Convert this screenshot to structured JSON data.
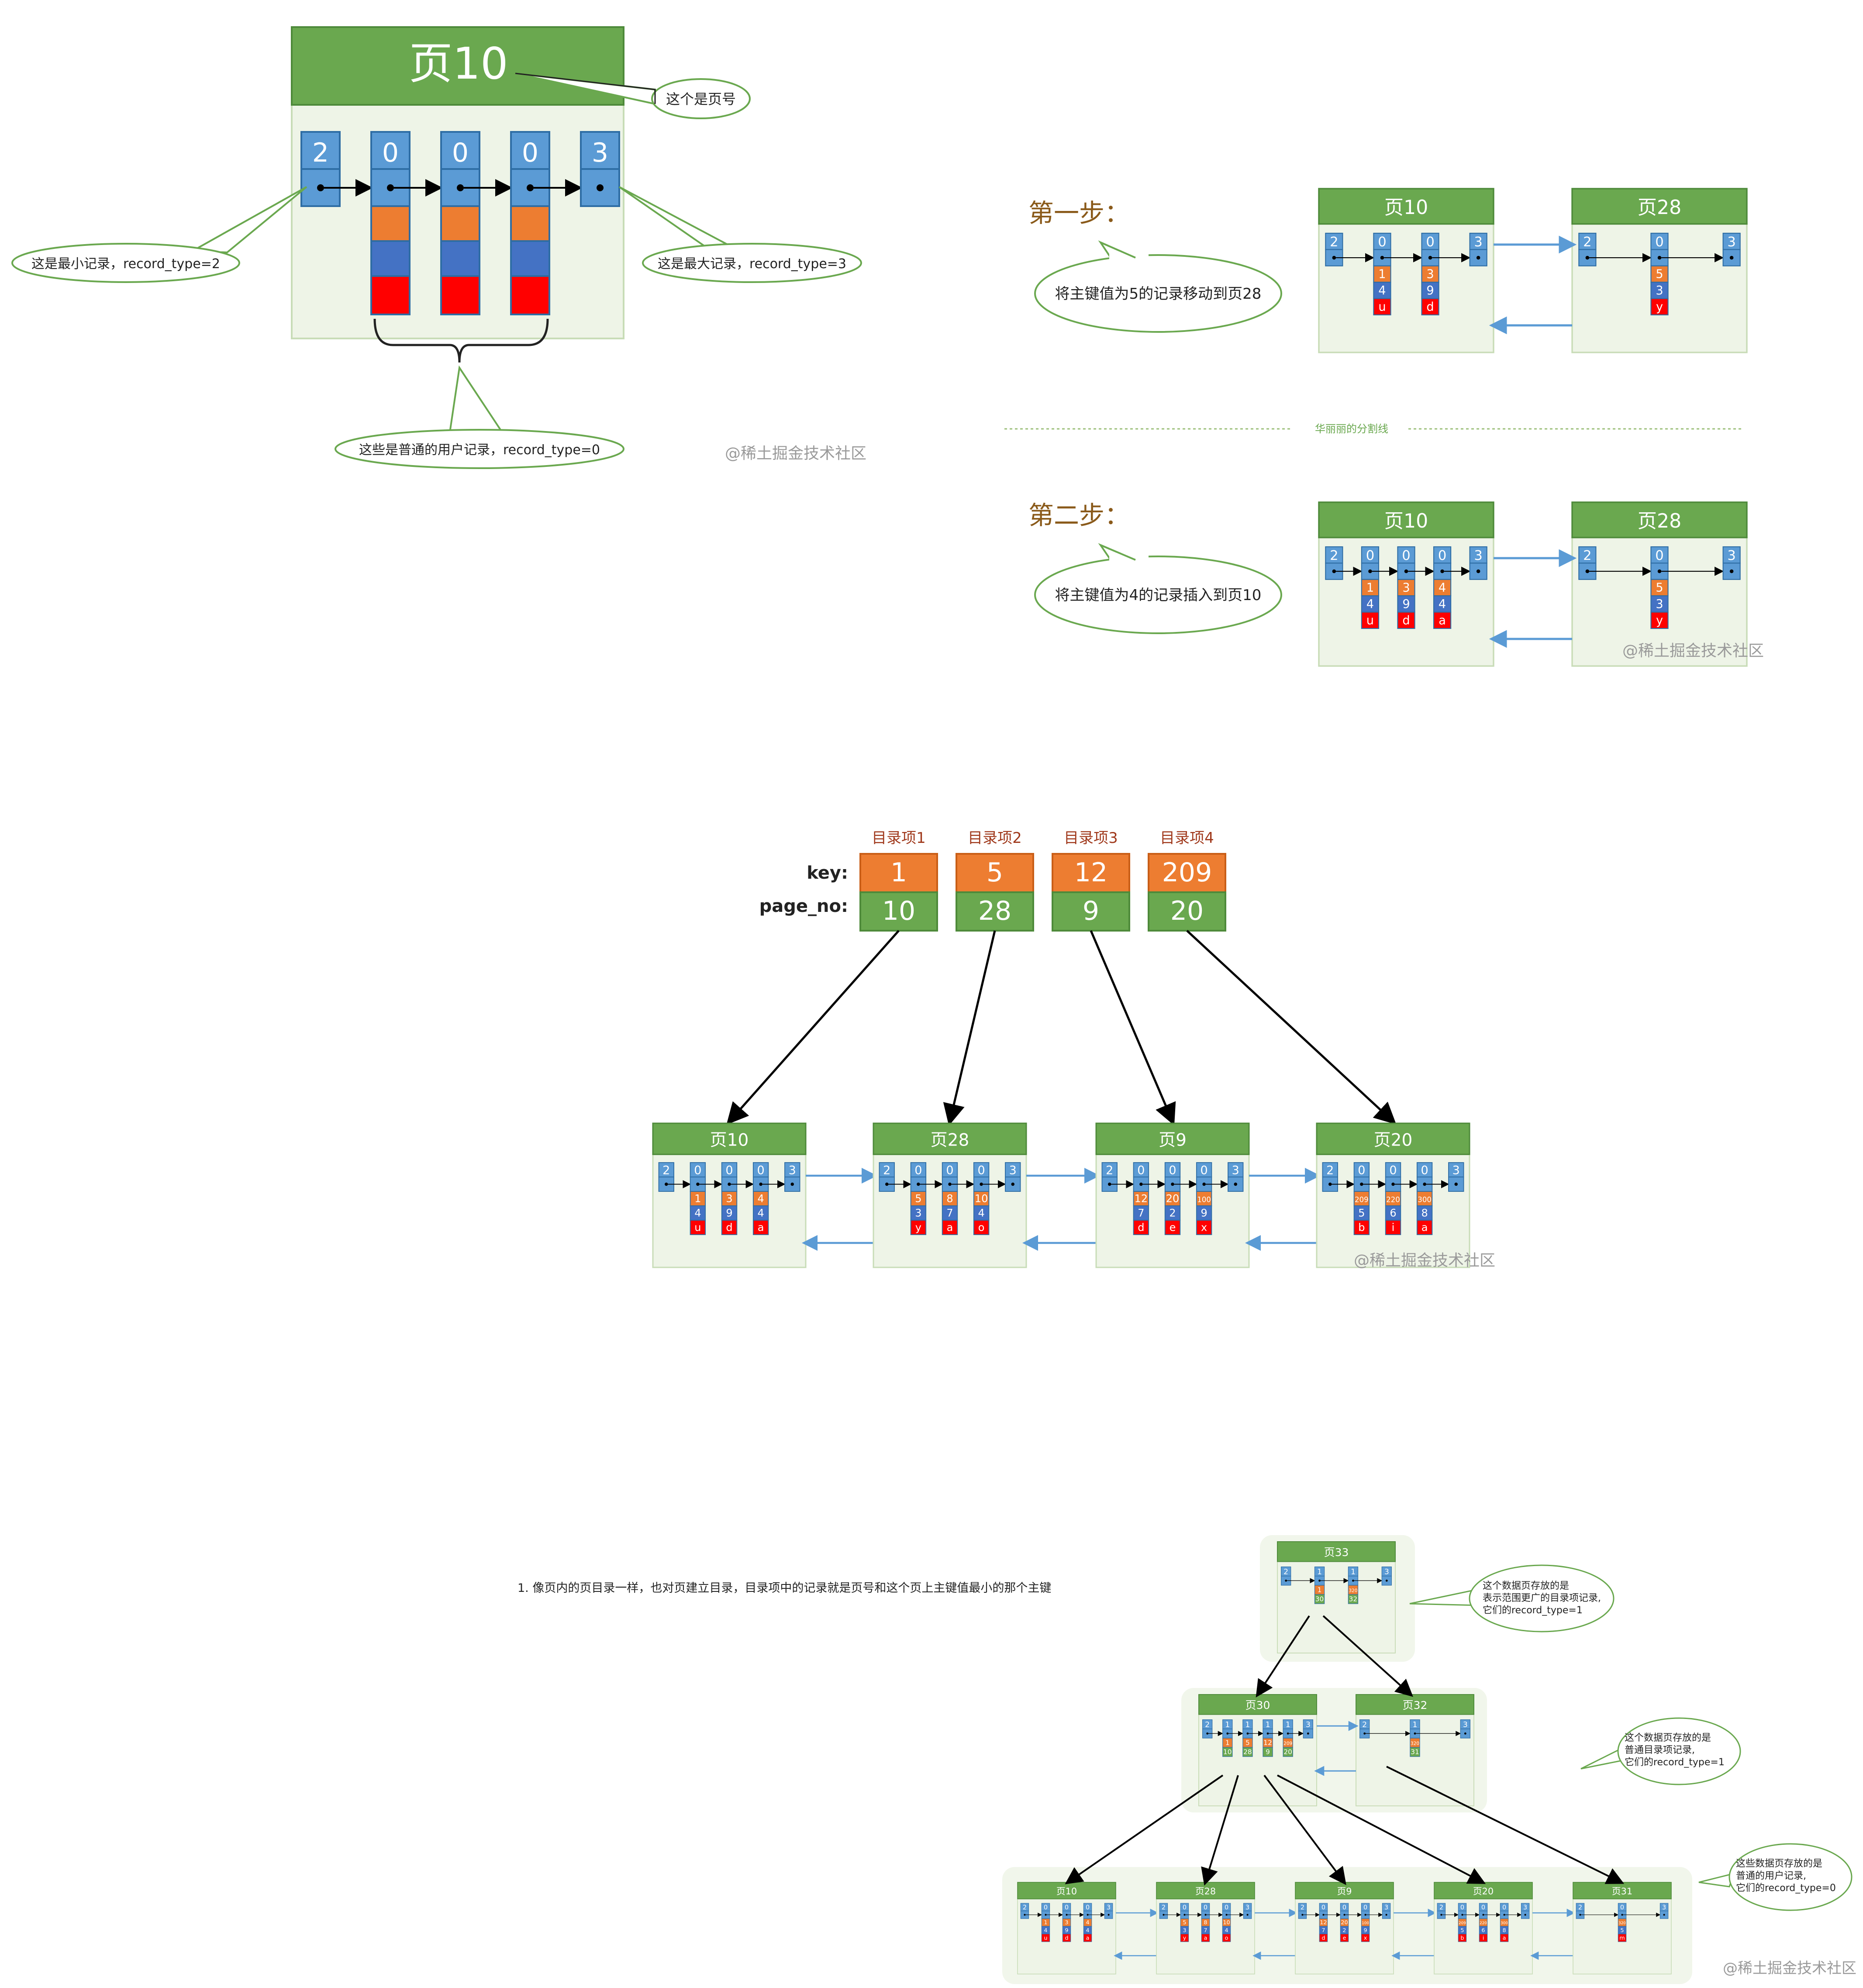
{
  "colors": {
    "green_header": "#6aa84f",
    "green_body": "#eef4e7",
    "blue": "#5b9bd5",
    "orange": "#ed7d31",
    "red": "#ff0000",
    "arrow": "#5b9bd5",
    "callout_border": "#6aa84f"
  },
  "page_structure": {
    "title": "页10",
    "cells": [
      "2",
      "0",
      "0",
      "0",
      "3"
    ],
    "callout_page_no": "这个是页号",
    "callout_min": "这是最小记录，record_type=2",
    "callout_max": "这是最大记录，record_type=3",
    "callout_user": "这些是普通的用户记录，record_type=0",
    "watermark": "@稀土掘金技术社区"
  },
  "steps": {
    "step1_label": "第一步：",
    "step1_callout": "将主键值为5的记录移动到页28",
    "divider": "华丽丽的分割线",
    "step2_label": "第二步：",
    "step2_callout": "将主键值为4的记录插入到页10",
    "watermark": "@稀土掘金技术社区",
    "step1_pages": [
      {
        "title": "页10",
        "cols": [
          [
            "2"
          ],
          [
            "0",
            "1",
            "4",
            "u"
          ],
          [
            "0",
            "3",
            "9",
            "d"
          ],
          [
            "3"
          ]
        ]
      },
      {
        "title": "页28",
        "cols": [
          [
            "2"
          ],
          [
            "0",
            "5",
            "3",
            "y"
          ],
          [
            "3"
          ]
        ]
      }
    ],
    "step2_pages": [
      {
        "title": "页10",
        "cols": [
          [
            "2"
          ],
          [
            "0",
            "1",
            "4",
            "u"
          ],
          [
            "0",
            "3",
            "9",
            "d"
          ],
          [
            "0",
            "4",
            "4",
            "a"
          ],
          [
            "3"
          ]
        ]
      },
      {
        "title": "页28",
        "cols": [
          [
            "2"
          ],
          [
            "0",
            "5",
            "3",
            "y"
          ],
          [
            "3"
          ]
        ]
      }
    ]
  },
  "directory": {
    "key_label": "key:",
    "pageno_label": "page_no:",
    "entries": [
      {
        "label": "目录项1",
        "key": "1",
        "page_no": "10"
      },
      {
        "label": "目录项2",
        "key": "5",
        "page_no": "28"
      },
      {
        "label": "目录项3",
        "key": "12",
        "page_no": "9"
      },
      {
        "label": "目录项4",
        "key": "209",
        "page_no": "20"
      }
    ],
    "pages": [
      {
        "title": "页10",
        "cols": [
          [
            "2"
          ],
          [
            "0",
            "1",
            "4",
            "u"
          ],
          [
            "0",
            "3",
            "9",
            "d"
          ],
          [
            "0",
            "4",
            "4",
            "a"
          ],
          [
            "3"
          ]
        ]
      },
      {
        "title": "页28",
        "cols": [
          [
            "2"
          ],
          [
            "0",
            "5",
            "3",
            "y"
          ],
          [
            "0",
            "8",
            "7",
            "a"
          ],
          [
            "0",
            "10",
            "4",
            "o"
          ],
          [
            "3"
          ]
        ]
      },
      {
        "title": "页9",
        "cols": [
          [
            "2"
          ],
          [
            "0",
            "12",
            "7",
            "d"
          ],
          [
            "0",
            "20",
            "2",
            "e"
          ],
          [
            "0",
            "100",
            "9",
            "x"
          ],
          [
            "3"
          ]
        ]
      },
      {
        "title": "页20",
        "cols": [
          [
            "2"
          ],
          [
            "0",
            "209",
            "5",
            "b"
          ],
          [
            "0",
            "220",
            "6",
            "i"
          ],
          [
            "0",
            "300",
            "8",
            "a"
          ],
          [
            "3"
          ]
        ]
      }
    ],
    "watermark": "@稀土掘金技术社区"
  },
  "tree": {
    "note": "1. 像页内的页目录一样，也对页建立目录，目录项中的记录就是页号和这个页上主键值最小的那个主键",
    "root": {
      "title": "页33",
      "cols": [
        [
          "2"
        ],
        [
          "1",
          "1",
          "30"
        ],
        [
          "1",
          "320",
          "32"
        ],
        [
          "3"
        ]
      ]
    },
    "mid": [
      {
        "title": "页30",
        "cols": [
          [
            "2"
          ],
          [
            "1",
            "1",
            "10"
          ],
          [
            "1",
            "5",
            "28"
          ],
          [
            "1",
            "12",
            "9"
          ],
          [
            "1",
            "209",
            "20"
          ],
          [
            "3"
          ]
        ]
      },
      {
        "title": "页32",
        "cols": [
          [
            "2"
          ],
          [
            "1",
            "320",
            "31"
          ],
          [
            "3"
          ]
        ]
      }
    ],
    "leaves": [
      {
        "title": "页10",
        "cols": [
          [
            "2"
          ],
          [
            "0",
            "1",
            "4",
            "u"
          ],
          [
            "0",
            "3",
            "9",
            "d"
          ],
          [
            "0",
            "4",
            "4",
            "a"
          ],
          [
            "3"
          ]
        ]
      },
      {
        "title": "页28",
        "cols": [
          [
            "2"
          ],
          [
            "0",
            "5",
            "3",
            "y"
          ],
          [
            "0",
            "8",
            "7",
            "a"
          ],
          [
            "0",
            "10",
            "4",
            "o"
          ],
          [
            "3"
          ]
        ]
      },
      {
        "title": "页9",
        "cols": [
          [
            "2"
          ],
          [
            "0",
            "12",
            "7",
            "d"
          ],
          [
            "0",
            "20",
            "2",
            "e"
          ],
          [
            "0",
            "100",
            "9",
            "x"
          ],
          [
            "3"
          ]
        ]
      },
      {
        "title": "页20",
        "cols": [
          [
            "2"
          ],
          [
            "0",
            "209",
            "5",
            "b"
          ],
          [
            "0",
            "220",
            "6",
            "i"
          ],
          [
            "0",
            "300",
            "8",
            "a"
          ],
          [
            "3"
          ]
        ]
      },
      {
        "title": "页31",
        "cols": [
          [
            "2"
          ],
          [
            "0",
            "320",
            "5",
            "m"
          ],
          [
            "3"
          ]
        ]
      }
    ],
    "callout_root": [
      "这个数据页存放的是",
      "表示范围更广的目录项记录,",
      "它们的record_type=1"
    ],
    "callout_mid": [
      "这个数据页存放的是",
      "普通目录项记录,",
      "它们的record_type=1"
    ],
    "callout_leaf": [
      "这些数据页存放的是",
      "普通的用户记录,",
      "它们的record_type=0"
    ],
    "watermark": "@稀土掘金技术社区"
  }
}
